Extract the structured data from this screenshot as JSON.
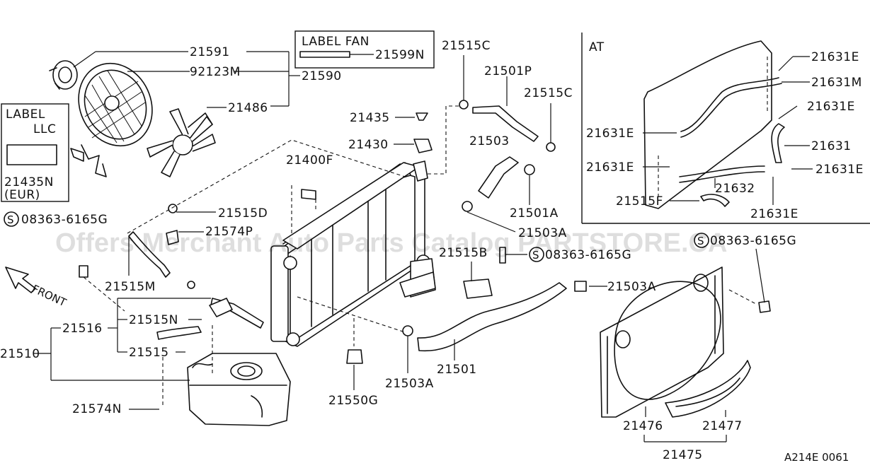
{
  "diagram": {
    "parts": {
      "p21591": "21591",
      "p92123M": "92123M",
      "p21590": "21590",
      "p21486": "21486",
      "p21599N": "21599N",
      "p21515C_top": "21515C",
      "p21501P": "21501P",
      "p21515C_right": "21515C",
      "p21435": "21435",
      "p21430": "21430",
      "p21503": "21503",
      "p21400F": "21400F",
      "p21501A": "21501A",
      "p21435N": "21435N",
      "p21435N_eur": "(EUR)",
      "p08363_left": "08363-6165G",
      "p21515D": "21515D",
      "p21574P": "21574P",
      "p21503A_mid": "21503A",
      "p21515B": "21515B",
      "p08363_mid": "08363-6165G",
      "p08363_right": "08363-6165G",
      "p21515M": "21515M",
      "p21503A_right": "21503A",
      "p21515N": "21515N",
      "p21516": "21516",
      "p21515": "21515",
      "p21510": "21510",
      "p21501": "21501",
      "p21503A_bottom": "21503A",
      "p21550G": "21550G",
      "p21574N": "21574N",
      "p21476": "21476",
      "p21477": "21477",
      "p21475": "21475",
      "at_21631E_1": "21631E",
      "at_21631M": "21631M",
      "at_21631E_2": "21631E",
      "at_21631E_left1": "21631E",
      "at_21631": "21631",
      "at_21631E_left2": "21631E",
      "at_21631E_right": "21631E",
      "at_21632": "21632",
      "at_21515F": "21515F",
      "at_21631E_bottom": "21631E"
    },
    "labels": {
      "label_fan": "LABEL FAN",
      "label_llc_1": "LABEL",
      "label_llc_2": "LLC",
      "at_title": "AT",
      "front": "FRONT",
      "screw_symbol": "S",
      "diagram_code": "A214E 0061"
    },
    "watermark": "Offers Merchant Auto Parts Catalog PARTSTORE.CA"
  }
}
